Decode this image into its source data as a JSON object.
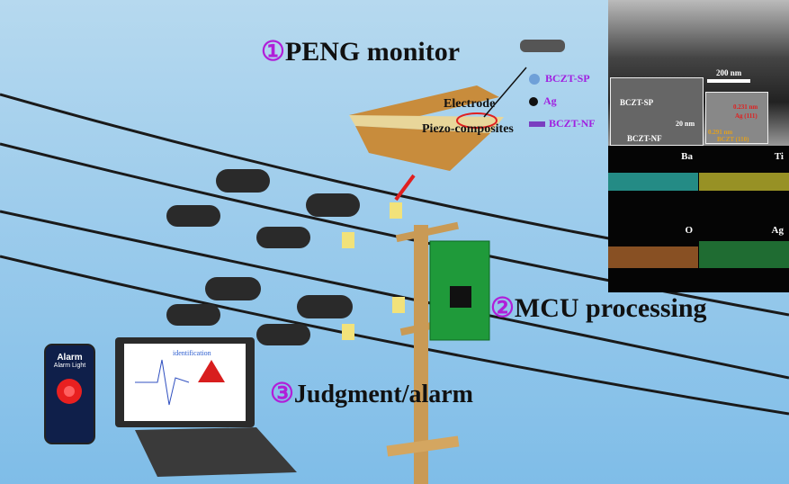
{
  "steps": [
    {
      "num": "①",
      "label": "PENG monitor"
    },
    {
      "num": "②",
      "label": "MCU processing"
    },
    {
      "num": "③",
      "label": "Judgment/alarm"
    }
  ],
  "device": {
    "electrode": "Electrode",
    "piezo": "Piezo-composites"
  },
  "legend": [
    {
      "label": "BCZT-SP",
      "icon": "sphere-icon",
      "color": "#6fa0d8"
    },
    {
      "label": "Ag",
      "icon": "black-sphere-icon",
      "color": "#111111"
    },
    {
      "label": "BCZT-NF",
      "icon": "nanofiber-icon",
      "color": "#7a3fc0"
    }
  ],
  "tem": {
    "scale_main": "200 nm",
    "inset_sp": "BCZT-SP",
    "inset_nf": "BCZT-NF",
    "scale_inset": "20 nm",
    "ag_spacing": "0.231 nm",
    "ag_plane": "Ag (111)",
    "bczt_spacing": "0.291 nm",
    "bczt_plane": "BCZT (110)"
  },
  "eds": [
    {
      "element": "Ba",
      "color": "#2fb8b0"
    },
    {
      "element": "Ti",
      "color": "#c8c030"
    },
    {
      "element": "O",
      "color": "#c07030"
    },
    {
      "element": "Ag",
      "color": "#30b050"
    }
  ],
  "phone": {
    "title": "Alarm",
    "subtitle": "Alarm Light"
  },
  "laptop": {
    "screen_text": "identification"
  }
}
